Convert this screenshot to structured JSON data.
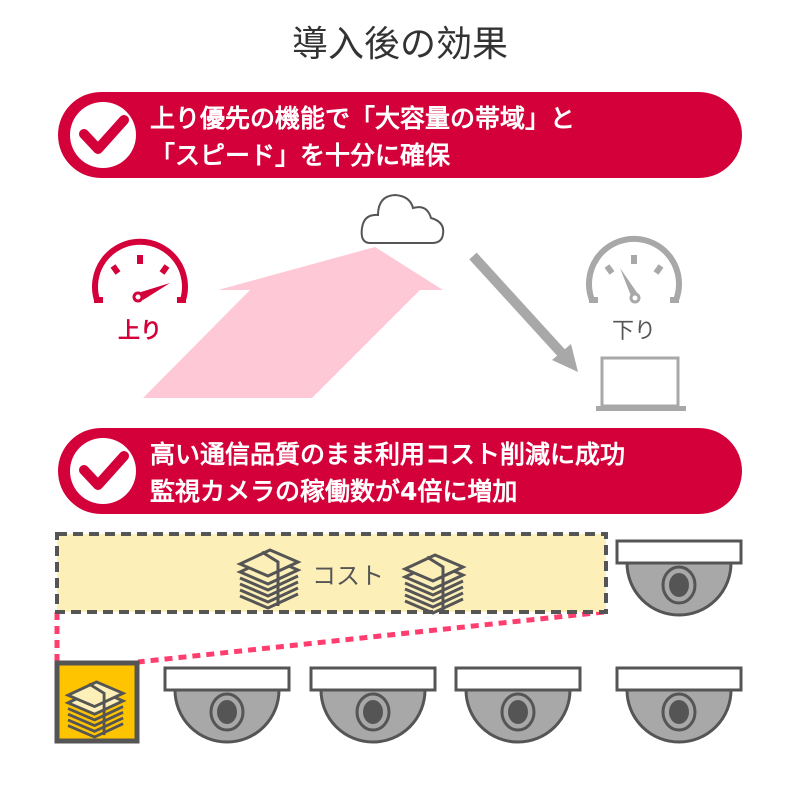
{
  "title": "導入後の効果",
  "colors": {
    "accent": "#d4003a",
    "pink_arrow": "#fec8d6",
    "grey": "#a8a8a8",
    "cost_fill": "#fdefb8",
    "coin_fill": "#ffc400",
    "dash_pink": "#ff3d6e"
  },
  "banners": [
    {
      "lines": [
        "上り優先の機能で「大容量の帯域」と",
        "「スピード」を十分に確保"
      ],
      "icon": "check-icon"
    },
    {
      "lines": [
        "高い通信品質のまま利用コスト削減に成功",
        "監視カメラの稼働数が4倍に増加"
      ],
      "icon": "check-icon"
    }
  ],
  "diagram": {
    "upload_label": "上り",
    "download_label": "下り",
    "cost_label": "コスト"
  }
}
